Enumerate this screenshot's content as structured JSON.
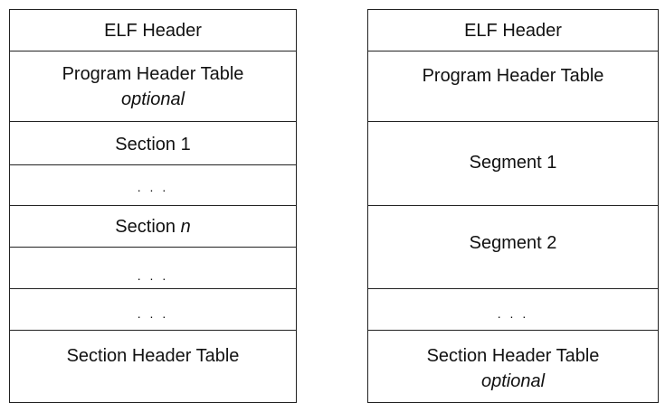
{
  "left_column": {
    "rows": [
      {
        "label": "ELF Header"
      },
      {
        "label": "Program Header Table",
        "sublabel": "optional"
      },
      {
        "label": "Section 1"
      },
      {
        "label": ". . ."
      },
      {
        "label": "Section ",
        "label_italic": "n"
      },
      {
        "label": ". . ."
      },
      {
        "label": ". . ."
      },
      {
        "label": "Section Header Table"
      }
    ]
  },
  "right_column": {
    "rows": [
      {
        "label": "ELF Header"
      },
      {
        "label": "Program Header Table"
      },
      {
        "label": "Segment 1"
      },
      {
        "label": "Segment 2"
      },
      {
        "label": ". . ."
      },
      {
        "label": "Section Header Table",
        "sublabel": "optional"
      }
    ]
  }
}
